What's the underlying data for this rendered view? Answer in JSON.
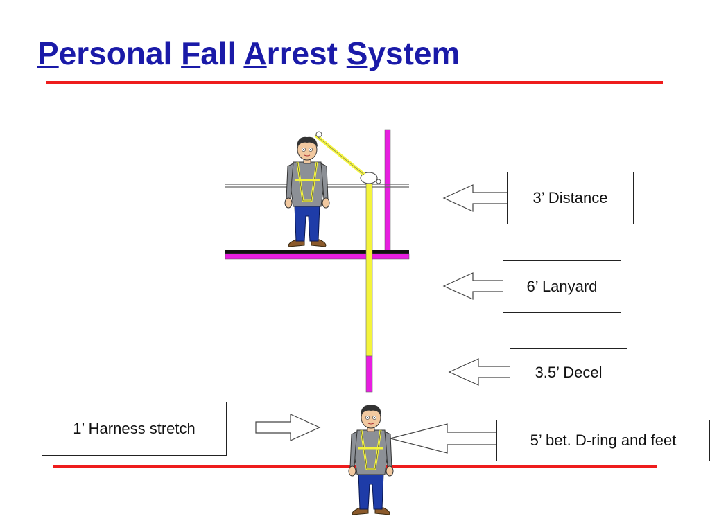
{
  "title": {
    "parts": [
      {
        "text": "P",
        "underline": true
      },
      {
        "text": "ersonal ",
        "underline": false
      },
      {
        "text": "F",
        "underline": true
      },
      {
        "text": "all ",
        "underline": false
      },
      {
        "text": "A",
        "underline": true
      },
      {
        "text": "rrest ",
        "underline": false
      },
      {
        "text": "S",
        "underline": true
      },
      {
        "text": "ystem",
        "underline": false
      }
    ]
  },
  "labels": {
    "distance": "3’ Distance",
    "lanyard": "6’ Lanyard",
    "decel": "3.5’ Decel",
    "dring": "5’ bet. D-ring and feet",
    "harness": "1’ Harness stretch"
  },
  "colors": {
    "title": "#1a1aa8",
    "rule": "#ee1c1c",
    "magenta": "#e81ee0",
    "lanyard_yellow": "#f4f43c",
    "shirt": "#8c9096",
    "jeans": "#1e3ca8",
    "boots": "#8b5a2b",
    "skin": "#f2c9a0",
    "hair": "#333333"
  },
  "icons": [
    "left-arrow-icon",
    "right-arrow-icon",
    "worker-figure-icon",
    "anchor-ring-icon"
  ]
}
